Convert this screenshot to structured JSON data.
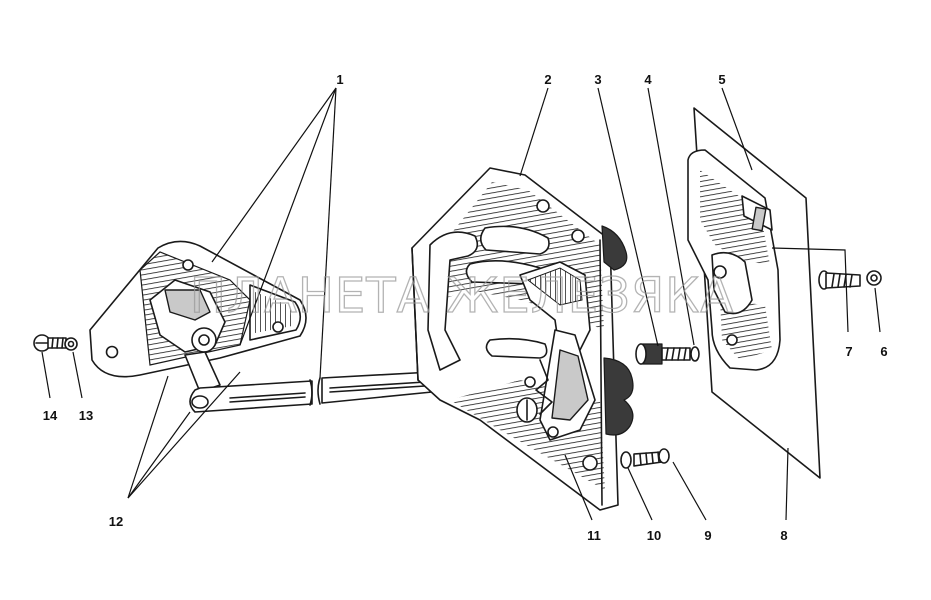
{
  "watermark": "ПЛАНЕТА ЖЕЛЕЗЯКА",
  "callouts": {
    "c1": "1",
    "c2": "2",
    "c3": "3",
    "c4": "4",
    "c5": "5",
    "c6": "6",
    "c7": "7",
    "c8": "8",
    "c9": "9",
    "c10": "10",
    "c11": "11",
    "c12": "12",
    "c13": "13",
    "c14": "14"
  },
  "colors": {
    "ink": "#1a1a1a",
    "shade": "#c9c9c9",
    "watermark": "#9a9a9a"
  }
}
